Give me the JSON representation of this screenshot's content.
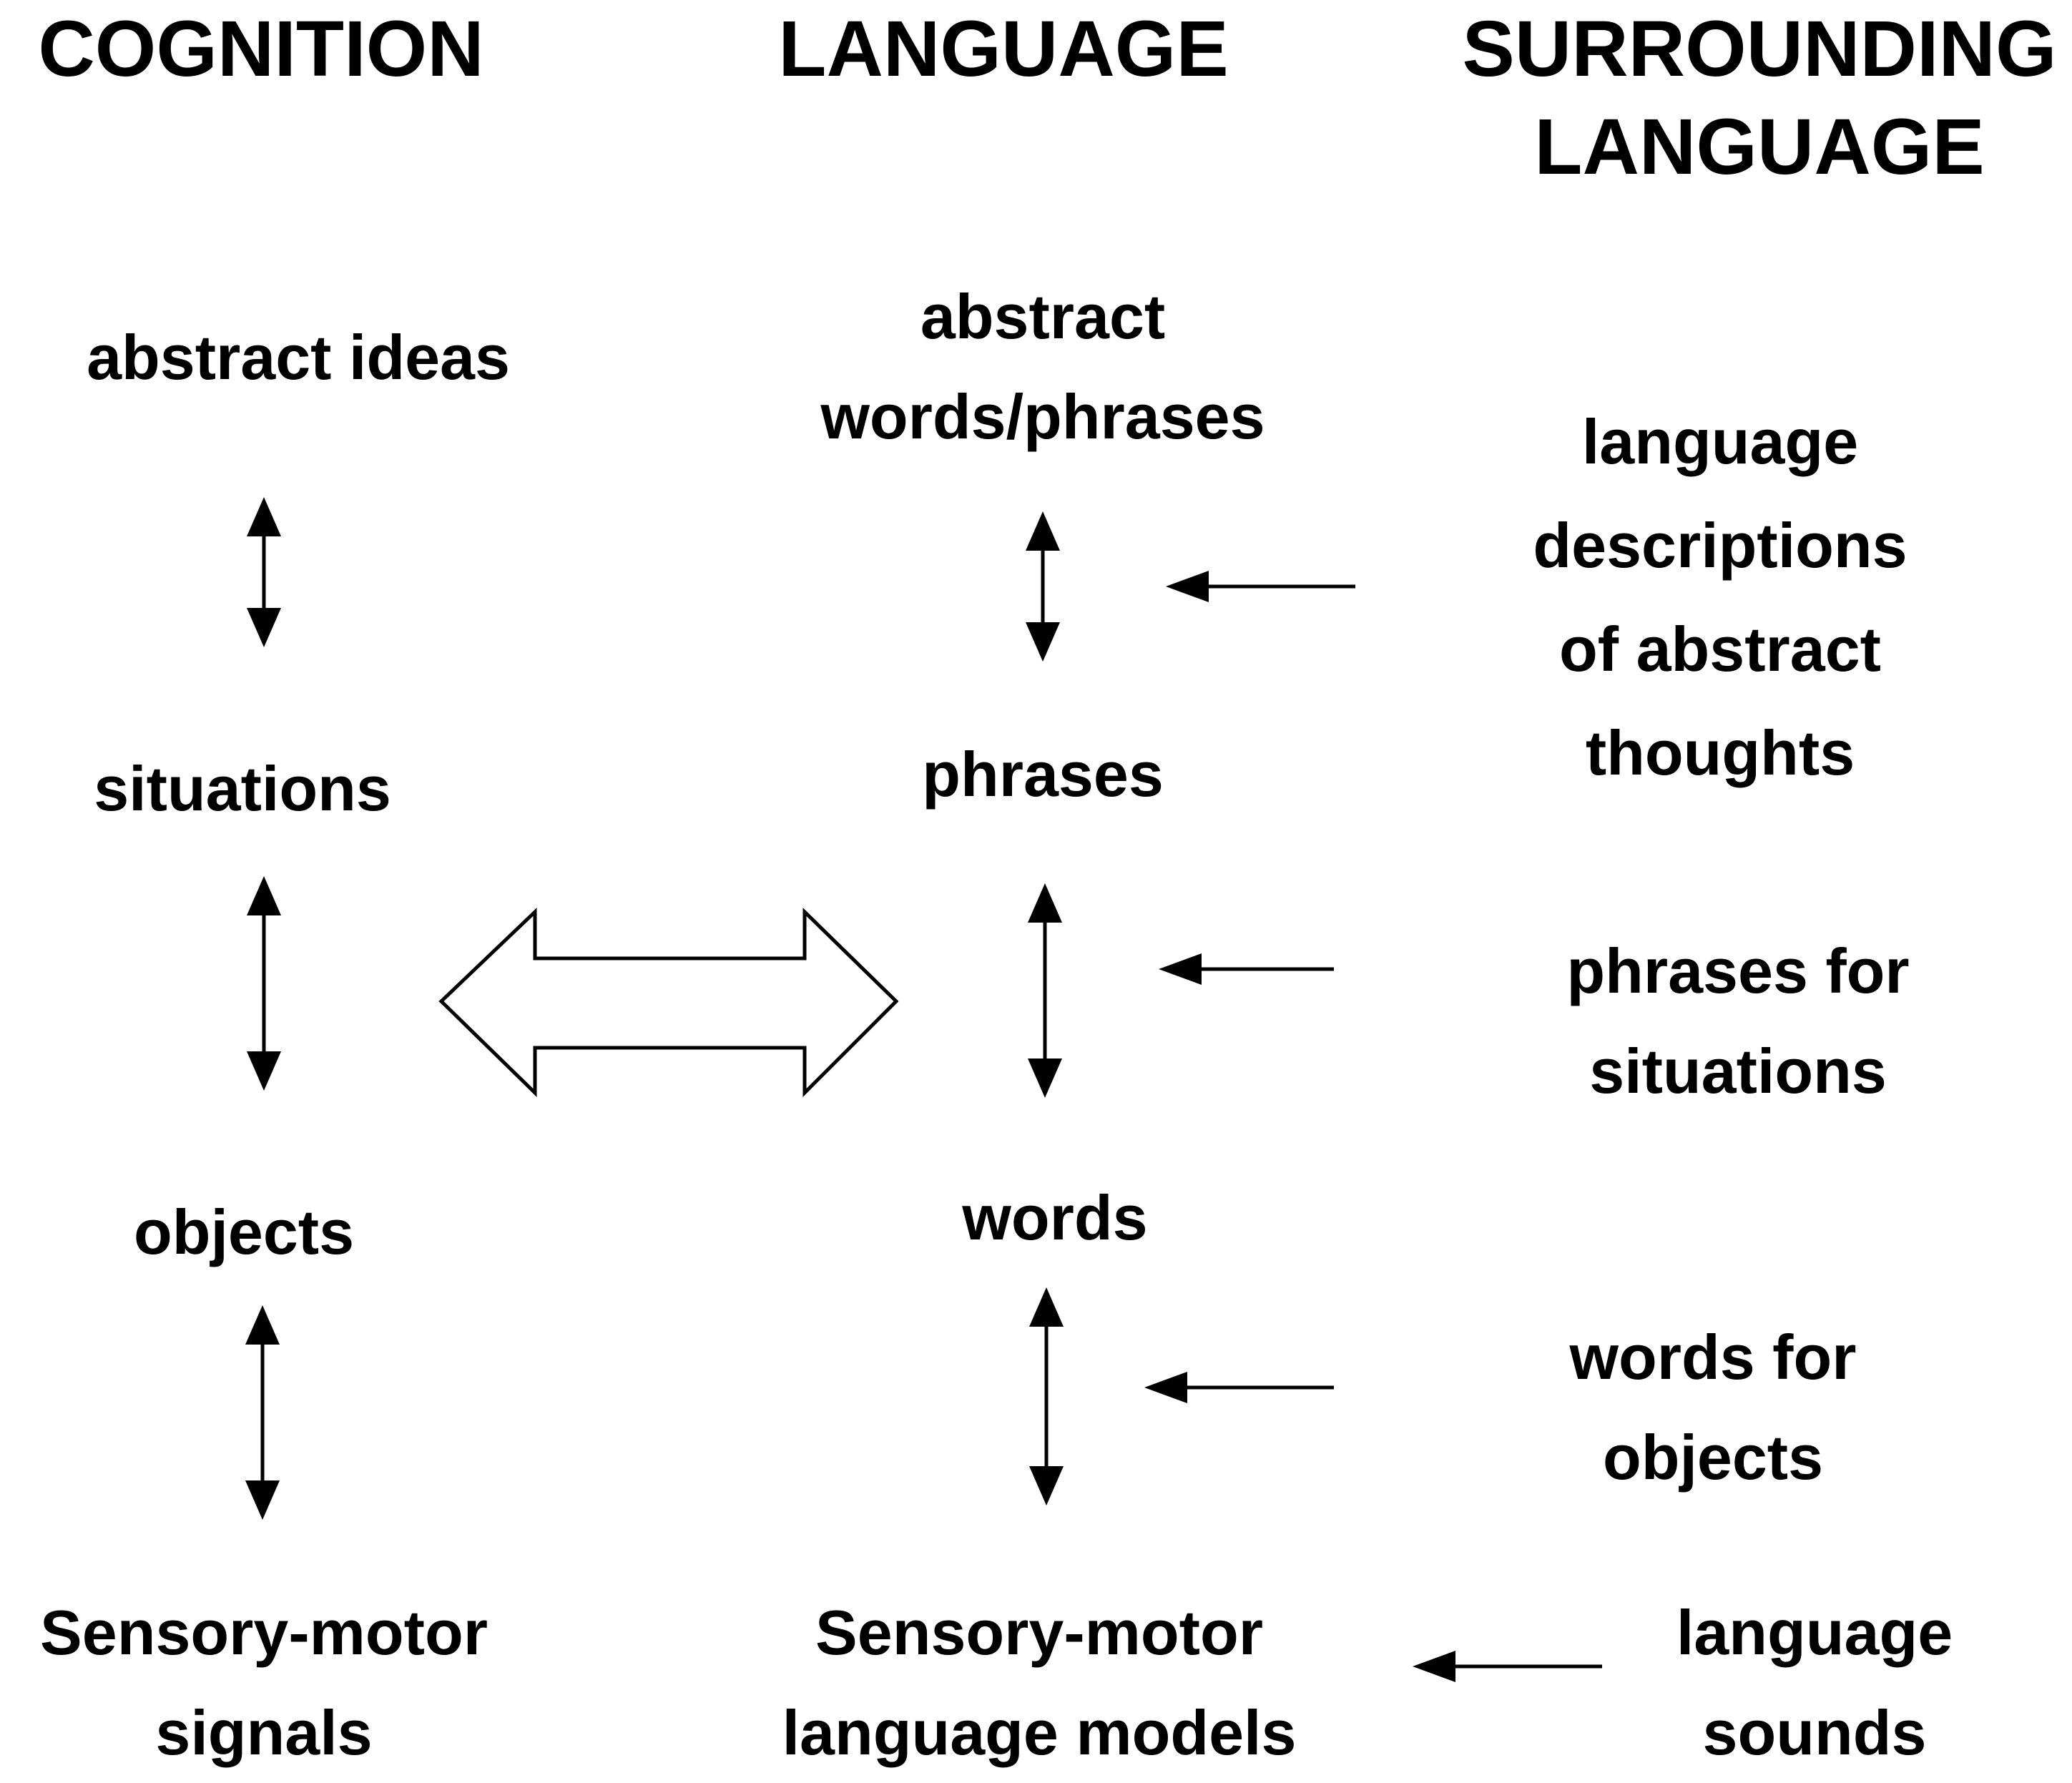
{
  "headers": {
    "cognition": "COGNITION",
    "language": "LANGUAGE",
    "surrounding_line1": "SURROUNDING",
    "surrounding_line2": "LANGUAGE"
  },
  "cognition": {
    "abstract_ideas": "abstract ideas",
    "situations": "situations",
    "objects": "objects",
    "sensory_line1": "Sensory-motor",
    "sensory_line2": "signals"
  },
  "language": {
    "abstract_line1": "abstract",
    "abstract_line2": "words/phrases",
    "phrases": "phrases",
    "words": "words",
    "sensory_line1": "Sensory-motor",
    "sensory_line2": "language models"
  },
  "surrounding": {
    "abstract_line1": "language",
    "abstract_line2": "descriptions",
    "abstract_line3": "of abstract",
    "abstract_line4": "thoughts",
    "situations_line1": "phrases for",
    "situations_line2": "situations",
    "objects_line1": "words for",
    "objects_line2": "objects",
    "sounds_line1": "language",
    "sounds_line2": "sounds"
  }
}
